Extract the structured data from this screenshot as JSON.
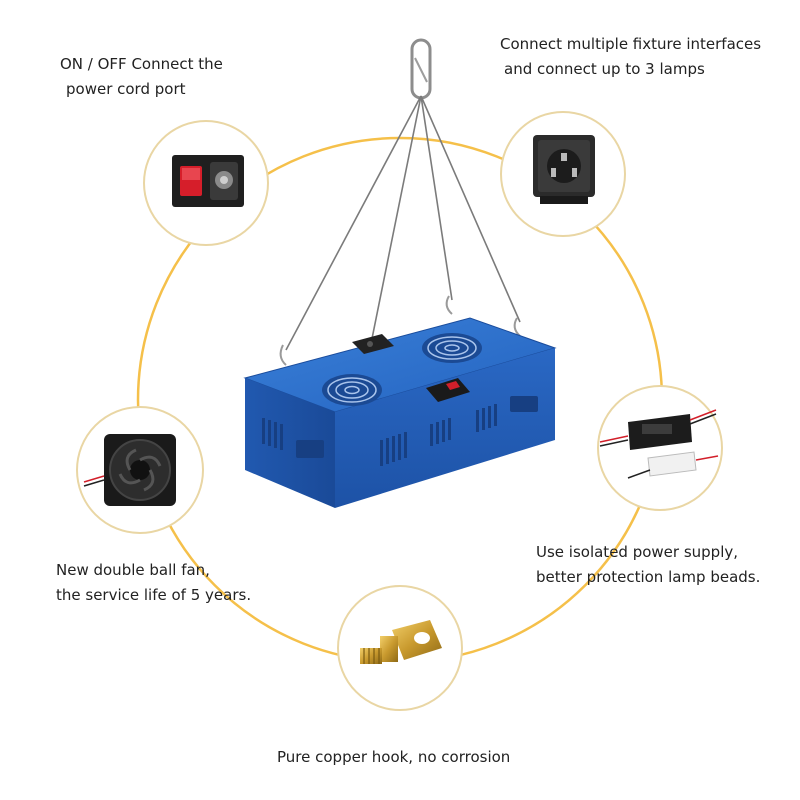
{
  "features": {
    "power_port": {
      "line1": "ON / OFF Connect the",
      "line2": "power cord port"
    },
    "interfaces": {
      "line1": "Connect multiple fixture interfaces",
      "line2": "and connect up to 3 lamps"
    },
    "fan": {
      "line1": "New double ball fan,",
      "line2": "the service life of 5 years."
    },
    "power_supply": {
      "line1": "Use isolated power supply,",
      "line2": "better protection lamp beads."
    },
    "hook": {
      "line1": "Pure copper hook, no corrosion"
    }
  },
  "colors": {
    "ring": "#f5c04a",
    "circle_border": "#e9d6a4",
    "housing": "#2a6dc9",
    "housing_dark": "#1f55a8"
  }
}
